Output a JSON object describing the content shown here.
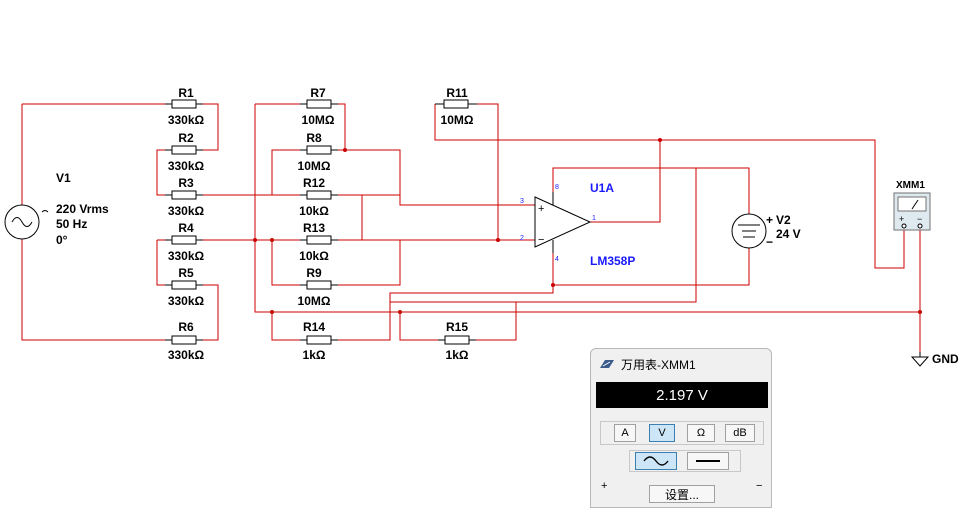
{
  "source": {
    "name": "V1",
    "rms": "220 Vrms",
    "freq": "50 Hz",
    "phase": "0°"
  },
  "resistors": [
    {
      "name": "R1",
      "value": "330kΩ"
    },
    {
      "name": "R2",
      "value": "330kΩ"
    },
    {
      "name": "R3",
      "value": "330kΩ"
    },
    {
      "name": "R4",
      "value": "330kΩ"
    },
    {
      "name": "R5",
      "value": "330kΩ"
    },
    {
      "name": "R6",
      "value": "330kΩ"
    },
    {
      "name": "R7",
      "value": "10MΩ"
    },
    {
      "name": "R8",
      "value": "10MΩ"
    },
    {
      "name": "R12",
      "value": "10kΩ"
    },
    {
      "name": "R13",
      "value": "10kΩ"
    },
    {
      "name": "R9",
      "value": "10MΩ"
    },
    {
      "name": "R11",
      "value": "10MΩ"
    },
    {
      "name": "R14",
      "value": "1kΩ"
    },
    {
      "name": "R15",
      "value": "1kΩ"
    }
  ],
  "opamp": {
    "ref": "U1A",
    "part": "LM358P",
    "pins": {
      "p3": "3",
      "p2": "2",
      "p8": "8",
      "p4": "4",
      "p1": "1"
    }
  },
  "supply": {
    "name": "V2",
    "value": "24 V",
    "plus": "+",
    "minus": "−"
  },
  "xmm_label": "XMM1",
  "xmm_plus": "+",
  "xmm_minus": "−",
  "gnd_label": "GND",
  "multimeter": {
    "title": "万用表-XMM1",
    "reading": "2.197 V",
    "modes": [
      "A",
      "V",
      "Ω",
      "dB"
    ],
    "active_mode": "V",
    "settings_label": "设置...",
    "term_plus": "+",
    "term_minus": "−"
  },
  "colors": {
    "wire": "#cc0000",
    "component": "#000000",
    "label_blue": "#1a1aff",
    "display_bg": "#000000",
    "accent": "#3c7fb1"
  }
}
